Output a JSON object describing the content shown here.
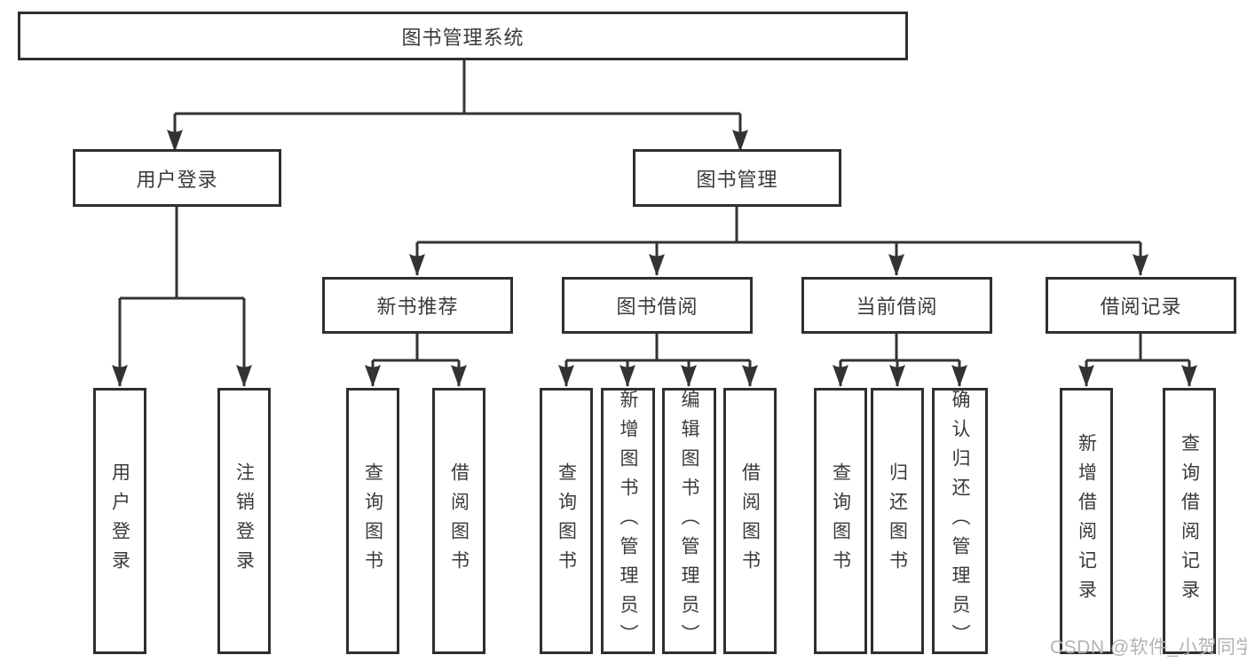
{
  "diagram": {
    "type": "hierarchy-tree",
    "nodes": {
      "root": "图书管理系统",
      "user_login": "用户登录",
      "book_mgmt": "图书管理",
      "new_book_rec": "新书推荐",
      "book_borrow": "图书借阅",
      "current_borrow": "当前借阅",
      "borrow_record": "借阅记录",
      "leaf_user_login": "用户登录",
      "leaf_logout": "注销登录",
      "leaf_nbr_search": "查询图书",
      "leaf_nbr_borrow": "借阅图书",
      "leaf_bb_search": "查询图书",
      "leaf_bb_add": "新增图书（管理员）",
      "leaf_bb_edit": "编辑图书（管理员）",
      "leaf_bb_borrow": "借阅图书",
      "leaf_cb_search": "查询图书",
      "leaf_cb_return": "归还图书",
      "leaf_cb_confirm": "确认归还（管理员）",
      "leaf_br_add": "新增借阅记录",
      "leaf_br_search": "查询借阅记录"
    },
    "edges": [
      [
        "图书管理系统",
        "用户登录"
      ],
      [
        "图书管理系统",
        "图书管理"
      ],
      [
        "用户登录",
        "用户登录"
      ],
      [
        "用户登录",
        "注销登录"
      ],
      [
        "图书管理",
        "新书推荐"
      ],
      [
        "图书管理",
        "图书借阅"
      ],
      [
        "图书管理",
        "当前借阅"
      ],
      [
        "图书管理",
        "借阅记录"
      ],
      [
        "新书推荐",
        "查询图书"
      ],
      [
        "新书推荐",
        "借阅图书"
      ],
      [
        "图书借阅",
        "查询图书"
      ],
      [
        "图书借阅",
        "新增图书（管理员）"
      ],
      [
        "图书借阅",
        "编辑图书（管理员）"
      ],
      [
        "图书借阅",
        "借阅图书"
      ],
      [
        "当前借阅",
        "查询图书"
      ],
      [
        "当前借阅",
        "归还图书"
      ],
      [
        "当前借阅",
        "确认归还（管理员）"
      ],
      [
        "借阅记录",
        "新增借阅记录"
      ],
      [
        "借阅记录",
        "查询借阅记录"
      ]
    ],
    "colors": {
      "line": "#333333",
      "border": "#2f2f2f",
      "text": "#3a3a3a",
      "watermark": "#b3b3b3",
      "background": "#ffffff"
    }
  },
  "watermark": "CSDN @软件_小贺同学"
}
